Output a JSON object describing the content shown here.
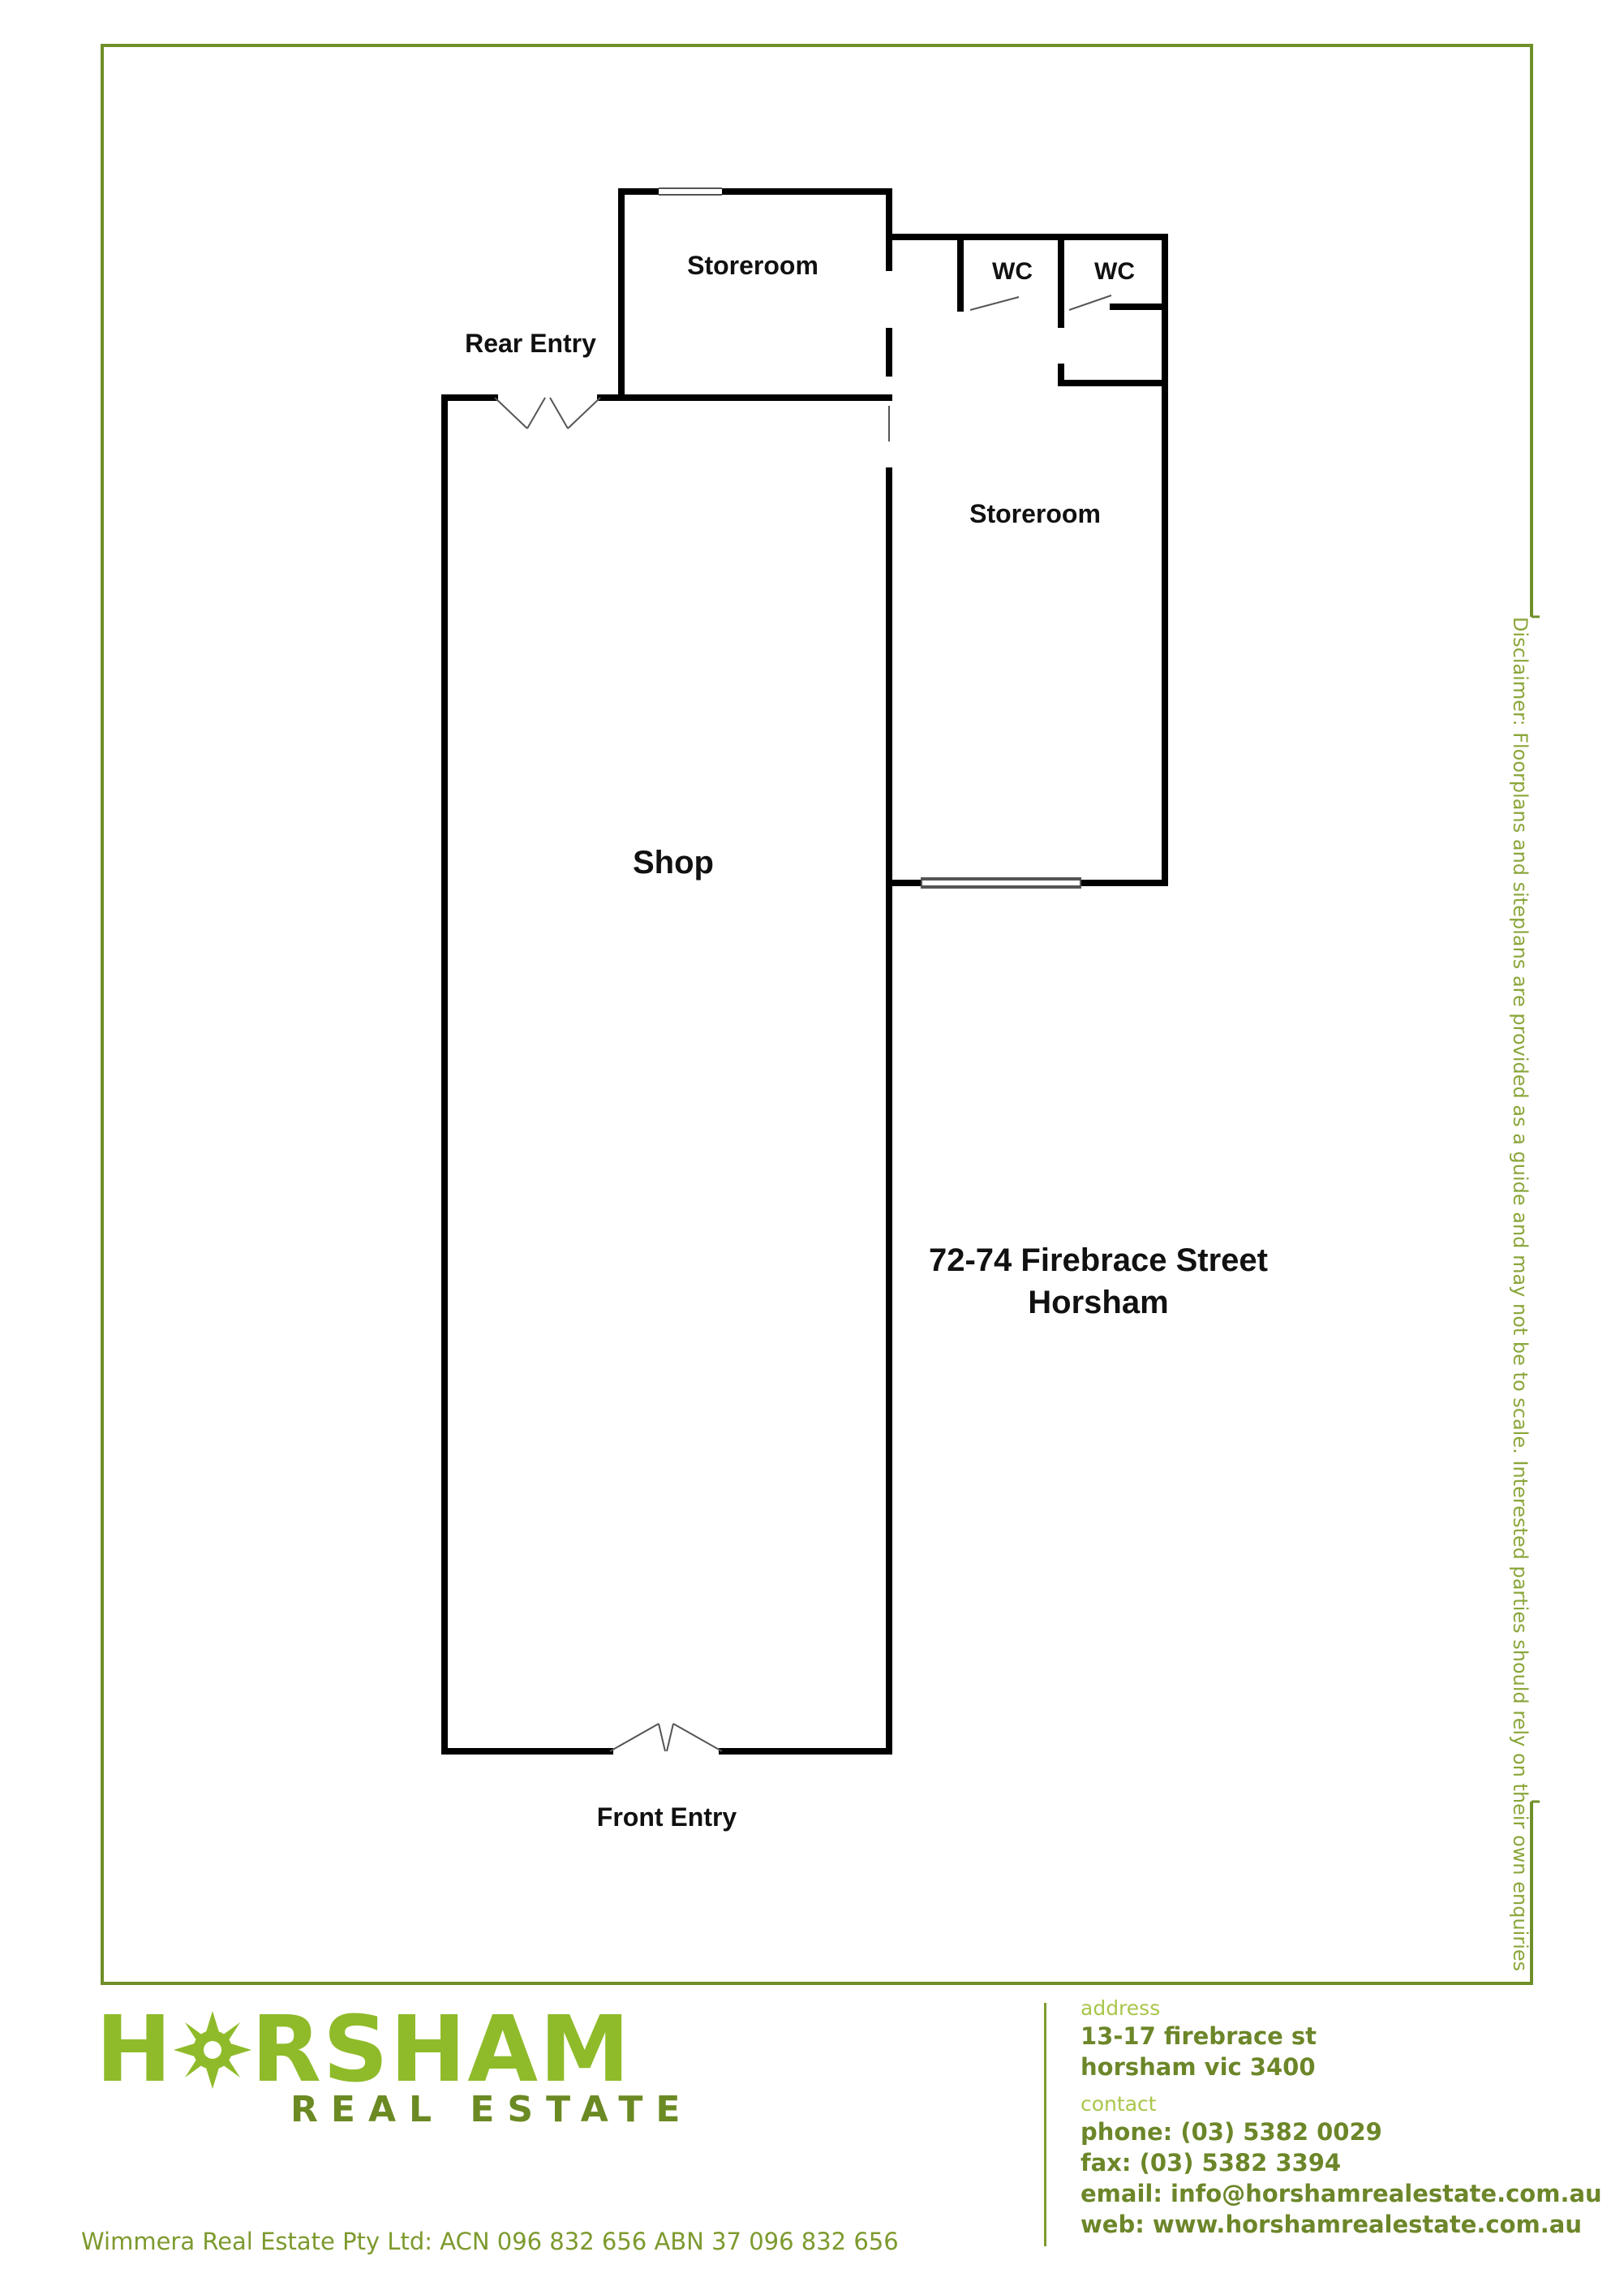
{
  "rooms": {
    "storeroom_top": "Storeroom",
    "wc_1": "WC",
    "wc_2": "WC",
    "storeroom_right": "Storeroom",
    "shop": "Shop"
  },
  "entries": {
    "rear": "Rear Entry",
    "front": "Front Entry"
  },
  "address_label": {
    "line1": "72-74 Firebrace Street",
    "line2": "Horsham"
  },
  "disclaimer": "Disclaimer: Floorplans and siteplans are provided as a guide and may not be to scale. Interested parties should rely on their own enquiries",
  "logo": {
    "brand_left": "H",
    "brand_right": "RSHAM",
    "tagline": "REAL ESTATE"
  },
  "footer": {
    "company": "Wimmera Real Estate Pty Ltd:  ACN 096 832 656   ABN  37 096 832 656",
    "address_heading": "address",
    "address_line1": "13-17 firebrace st",
    "address_line2": "horsham  vic  3400",
    "contact_heading": "contact",
    "phone": "phone: (03) 5382 0029",
    "fax": "fax: (03) 5382 3394",
    "email": "email: info@horshamrealestate.com.au",
    "web": "web: www.horshamrealestate.com.au"
  },
  "colors": {
    "frame_green": "#6f8f28",
    "brand_green": "#8fbb2a",
    "wall": "#000000"
  }
}
